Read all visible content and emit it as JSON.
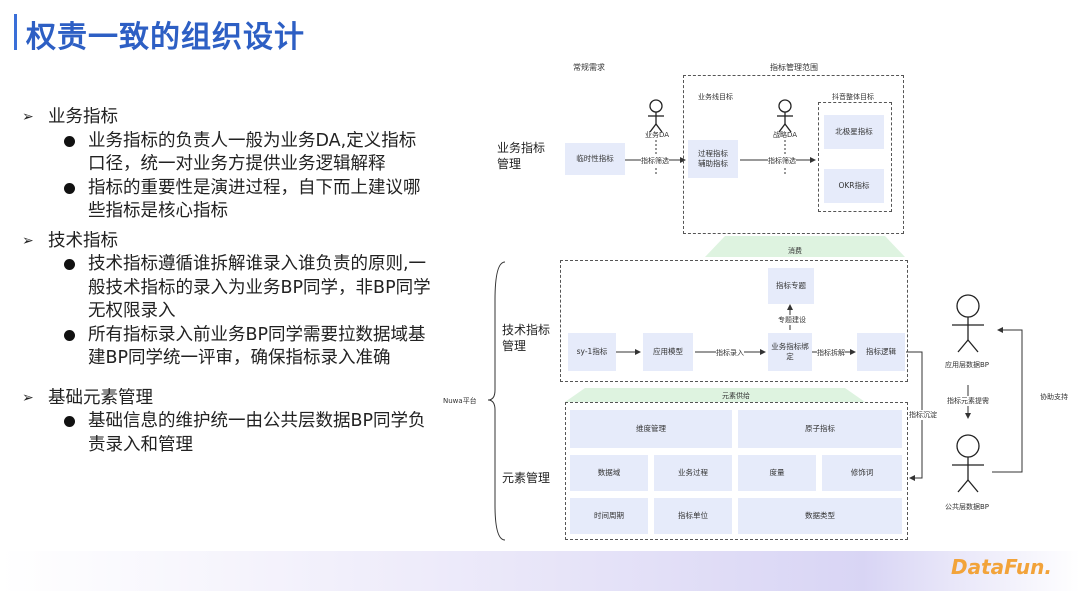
{
  "title": "权责一致的组织设计",
  "sections": [
    {
      "heading": "业务指标",
      "items": [
        "业务指标的负责人一般为业务DA,定义指标口径，统一对业务方提供业务逻辑解释",
        "指标的重要性是演进过程，自下而上建议哪些指标是核心指标"
      ]
    },
    {
      "heading": "技术指标",
      "items": [
        "技术指标遵循谁拆解谁录入谁负责的原则,一般技术指标的录入为业务BP同学，非BP同学无权限录入",
        "所有指标录入前业务BP同学需要拉数据域基建BP同学统一评审，确保指标录入准确"
      ]
    },
    {
      "heading": "基础元素管理",
      "items": [
        "基础信息的维护统一由公共层数据BP同学负责录入和管理"
      ]
    }
  ],
  "diagram": {
    "routine_demand": "常规需求",
    "scope": "指标管理范围",
    "bizline_goal": "业务线目标",
    "douyin_goal": "抖音整体目标",
    "row1_label": "业务指标\n管理",
    "row2_label": "技术指标\n管理",
    "row3_label": "元素管理",
    "platform": "Nuwa平台",
    "biz_da": "业务DA",
    "strategy_da": "战略DA",
    "temp_metric": "临时性指标",
    "filter1": "指标筛选",
    "process_metric": "过程指标\n辅助指标",
    "filter2": "指标筛选",
    "northstar": "北极星指标",
    "okr": "OKR指标",
    "consume": "消费",
    "topic": "指标专题",
    "topic_build": "专题建设",
    "sy1": "sy-1指标",
    "app_model": "应用模型",
    "entry": "指标录入",
    "bind": "业务指标绑定",
    "split": "指标拆解",
    "logic": "指标逻辑",
    "element_supply": "元素供给",
    "sediment": "指标沉淀",
    "app_bp": "应用层数据BP",
    "elem_req": "指标元素提需",
    "assist": "协助支持",
    "public_bp": "公共层数据BP",
    "elements": [
      "维度管理",
      "原子指标",
      "数据域",
      "业务过程",
      "度量",
      "修饰词",
      "时间周期",
      "指标单位",
      "数据类型"
    ]
  },
  "logo": "DataFun."
}
